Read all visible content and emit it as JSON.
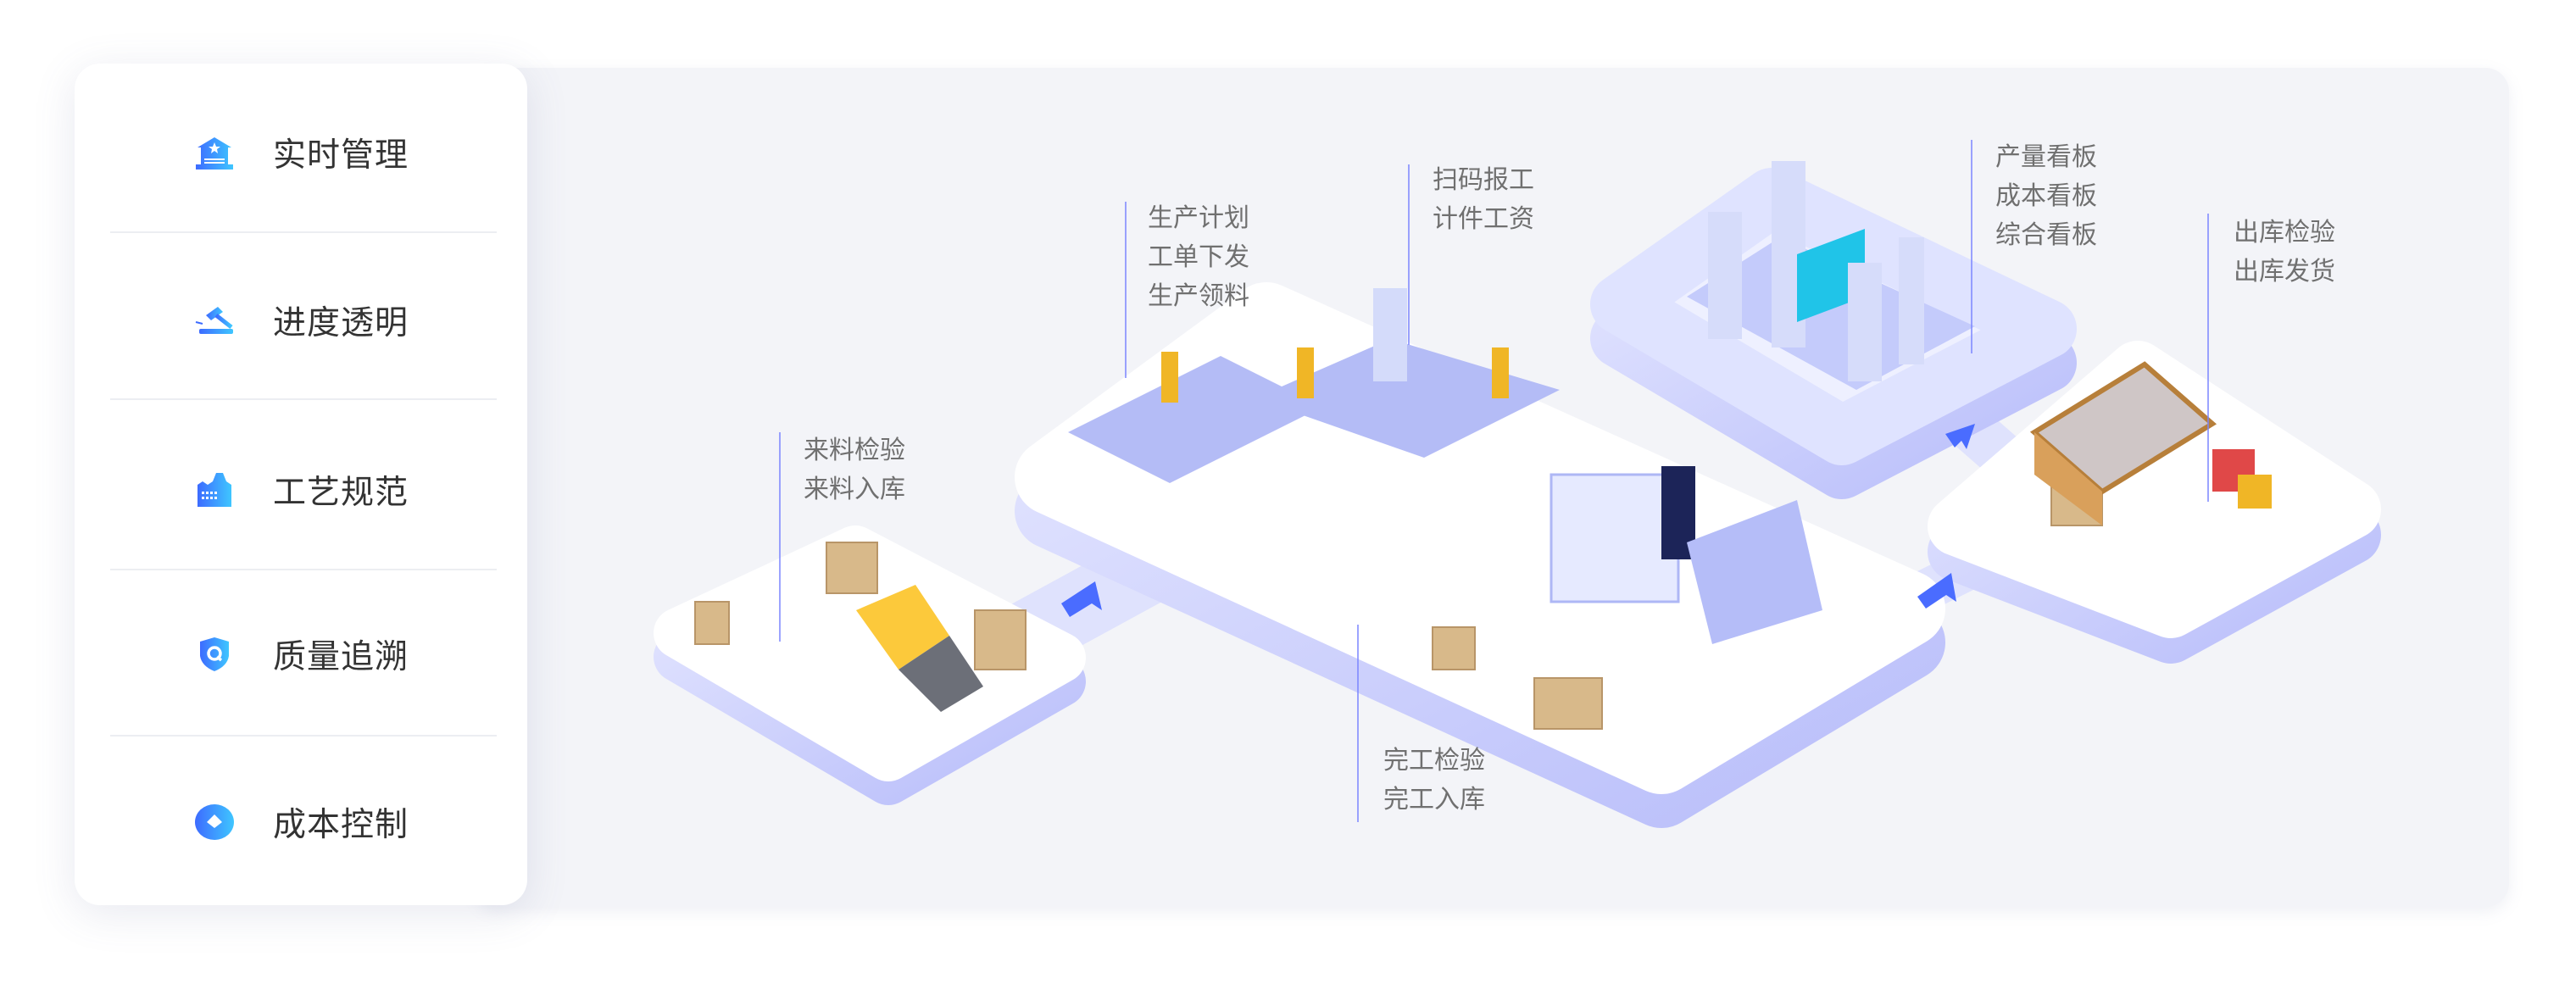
{
  "sidebar": {
    "items": [
      {
        "label": "实时管理",
        "icon": "house-star-icon"
      },
      {
        "label": "进度透明",
        "icon": "gavel-icon"
      },
      {
        "label": "工艺规范",
        "icon": "factory-icon"
      },
      {
        "label": "质量追溯",
        "icon": "shield-q-icon"
      },
      {
        "label": "成本控制",
        "icon": "diamond-coin-icon"
      }
    ]
  },
  "stations": {
    "incoming": [
      "来料检验",
      "来料入库"
    ],
    "production": [
      "生产计划",
      "工单下发",
      "生产领料"
    ],
    "reporting": [
      "扫码报工",
      "计件工资"
    ],
    "dashboards": [
      "产量看板",
      "成本看板",
      "综合看板"
    ],
    "outbound": [
      "出库检验",
      "出库发货"
    ],
    "completion": [
      "完工检验",
      "完工入库"
    ]
  },
  "colors": {
    "accent": "#3d6bff",
    "accent_light": "#3fc6ff",
    "platform_side": "#c9cdfb",
    "label": "#707070"
  }
}
